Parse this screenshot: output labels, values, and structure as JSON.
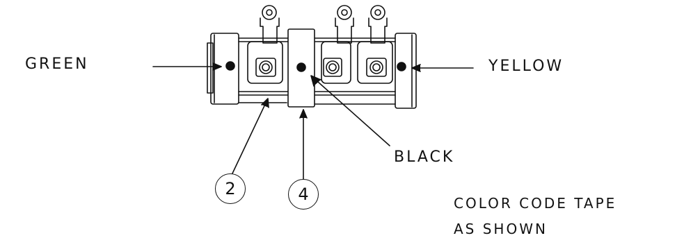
{
  "labels": {
    "green": "GREEN",
    "yellow": "YELLOW",
    "black": "BLACK",
    "note_line1": "COLOR CODE TAPE",
    "note_line2": "AS SHOWN"
  },
  "callouts": [
    "2",
    "4"
  ],
  "colors": {
    "ink": "#111111",
    "paper": "#ffffff"
  }
}
